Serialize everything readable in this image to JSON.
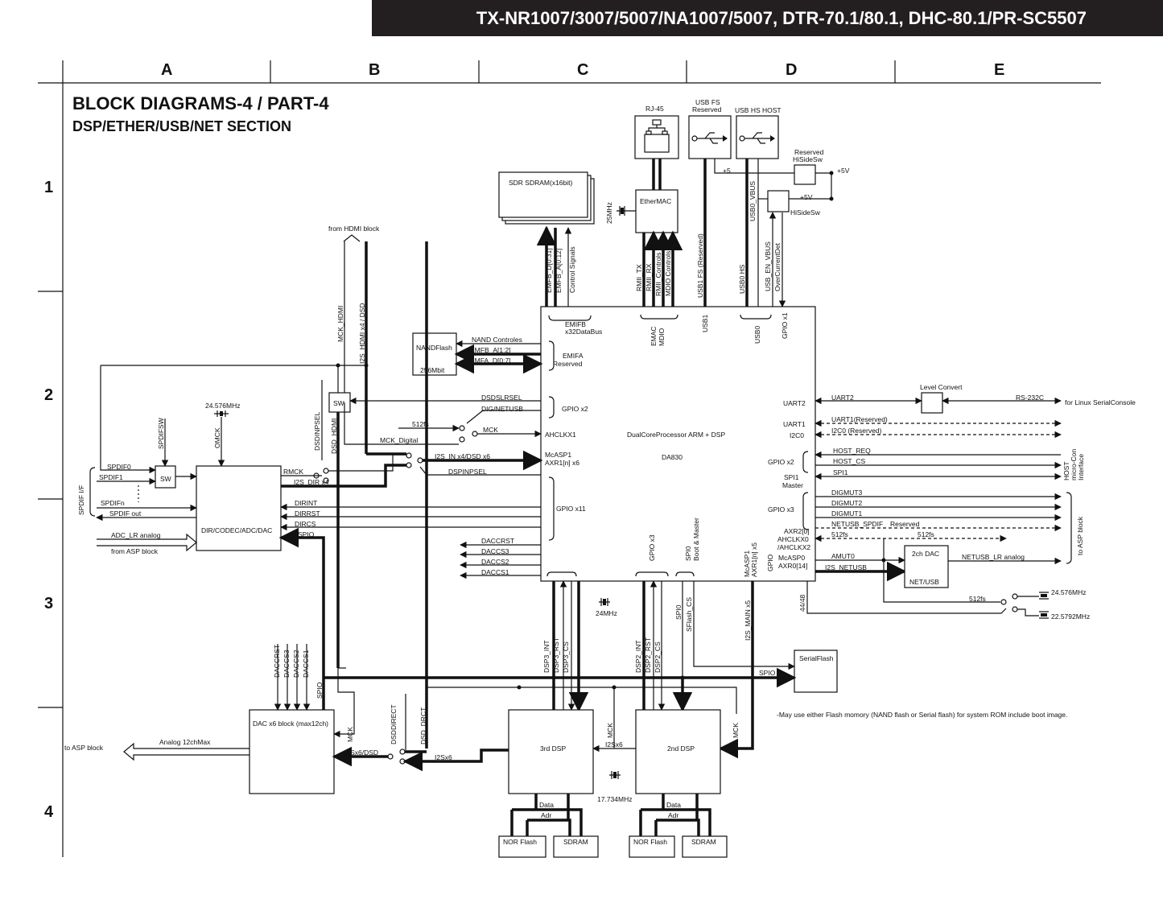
{
  "header": {
    "title": "TX-NR1007/3007/5007/NA1007/5007, DTR-70.1/80.1, DHC-80.1/PR-SC5507"
  },
  "grid": {
    "columns": [
      "A",
      "B",
      "C",
      "D",
      "E"
    ],
    "rows": [
      "1",
      "2",
      "3",
      "4"
    ]
  },
  "page": {
    "title": "BLOCK DIAGRAMS-4 / PART-4",
    "subtitle": "DSP/ETHER/USB/NET SECTION"
  },
  "blocks": {
    "cpu": {
      "name": "DualCoreProcessor ARM + DSP",
      "part": "DA830"
    },
    "sdram": "SDR SDRAM(x16bit)",
    "nand": "NANDFlash",
    "nand_size": "256Mbit",
    "ethermac": "EtherMAC",
    "rj45": "RJ-45",
    "usb_fs": [
      "USB FS",
      "Reserved"
    ],
    "usb_hs": "USB HS HOST",
    "hisidesw_reserved": [
      "Reserved",
      "HiSideSw"
    ],
    "hisidesw": "HiSideSw",
    "sw_top": "SW",
    "sw_left": "SW",
    "dir": "DIR/CODEC/ADC/DAC",
    "level_convert": "Level Convert",
    "dac2ch": "2ch DAC",
    "net_usb": "NET/USB",
    "serial_flash": "SerialFlash",
    "dac6": "DAC x6 block (max12ch)",
    "dsp3": "3rd DSP",
    "dsp2": "2nd DSP",
    "nor1": "NOR Flash",
    "sdram1": "SDRAM",
    "nor2": "NOR Flash",
    "sdram2": "SDRAM"
  },
  "labels": {
    "from_hdmi": "from HDMI block",
    "mck_hdmi": "MCK_HDMI",
    "i2s_hdmi": "I2S_HDMI x4 / DSD",
    "dsdinpsel_v": "DSDINPSEL",
    "dsd_hdmi": "DSD_HDMI",
    "spdifsw": "SPDIFSW",
    "omck": "OMCK",
    "xtal_24576a": "24.576MHz",
    "spdif0": "SPDIF0",
    "spdif1": "SPDIF1",
    "spdifn": "SPDIFn",
    "spdif_out": "SPDIF out",
    "spdif_if": "SPDIF I/F",
    "adc_lr": "ADC_LR analog",
    "from_asp": "from ASP block",
    "rmck": "RMCK",
    "i2s_dir": "I2S_DIR x4",
    "dirint": "DIRINT",
    "dirrst": "DIRRST",
    "dircs": "DIRCS",
    "spio": "SPIO",
    "nand_ctrl": "NAND Controles",
    "emfb_a12": "EMFB_A[1:2]",
    "emfa_d07": "EMFA_D[0:7]",
    "emifa": [
      "EMIFA",
      "Reserved"
    ],
    "emfb_d": "EMFB_D[0:31]",
    "emfb_a": "EMFB_A[0:12]",
    "ctrl_sig": "Control Signals",
    "emifb": [
      "EMIFB",
      "x32DataBus"
    ],
    "xtal_25": "25MHz",
    "rmii_tx": "RMII_TX",
    "rmii_rx": "RMII_RX",
    "rmii_ctrl": "RMII_Controls",
    "mdio_ctrl": "MDIO Controls",
    "emac": [
      "EMAC",
      "MDIO"
    ],
    "usb1fs": "USB1 FS (Reserved)",
    "usb1": "USB1",
    "usb0_vbus": "USB0_VBUS",
    "usb0hs": "USB0 HS",
    "usb_en_vbus": "USB_EN_VBUS",
    "overcurrent": "OverCurrentDet",
    "usb0": "USB0",
    "gpio_x1": "GPIO x1",
    "p5": "+5",
    "p5v_a": "+5V",
    "p5v_b": "+5V",
    "dsdslrsel": "DSDSLRSEL",
    "dignetusb": "DIG/NETUSB",
    "gpio_x2": "GPIO x2",
    "fs512": "512fs",
    "mck": "MCK",
    "mck_digital": "MCK_Digital",
    "ahclkx1": "AHCLKX1",
    "i2s_in": "I2S_IN x4/DSD x6",
    "mcasp1": "McASP1",
    "axr1n": "AXR1[n] x6",
    "dspinpsel": "DSPINPSEL",
    "gpio_x11": "GPIO x11",
    "daccrst": "DACCRST",
    "daccs3": "DACCS3",
    "daccs2": "DACCS2",
    "daccs1": "DACCS1",
    "uart2": "UART2",
    "uart2_sig": "UART2",
    "rs232c": "RS-232C",
    "linux_console": "for Linux SerialConsole",
    "uart1": "UART1",
    "uart1_res": "UART1(Reserved)",
    "i2c0": "I2C0",
    "i2c0_res": "I2C0 (Reserved)",
    "gpio_x2_r": "GPIO x2",
    "host_req": "HOST_REQ",
    "host_cs": "HOST_CS",
    "spi1": "SPI1",
    "master": "Master",
    "spi1_sig": "SPI1",
    "host_if": [
      "HOST",
      "micro-Con",
      "Interface"
    ],
    "gpio_x3_r": "GPIO x3",
    "digmut3": "DIGMUT3",
    "digmut2": "DIGMUT2",
    "digmut1": "DIGMUT1",
    "netusb_spdif": "NETUSB_SPDIF",
    "reserved": "Reserved",
    "to_asp_r": "to ASP block",
    "axr20": "AXR2[0]",
    "ahclkx0": "AHCLKX0",
    "ahclkx2": "/AHCLKX2",
    "fs512b": "512fs",
    "fs512c": "512fs",
    "mcasp0": "McASP0",
    "axr014": "AXR0[14]",
    "gpio_r": "GPIO",
    "amut0": "AMUT0",
    "i2s_netusb": "I2S_NETUSB",
    "netusb_lr": "NETUSB_LR analog",
    "fs512d": "512fs",
    "xtal_24576b": "24.576MHz",
    "xtal_22579": "22.5792MHz",
    "f4448": "44/48",
    "gpio_x3_b": "GPIO x3",
    "spi0": [
      "SPI0",
      "Boot & Master"
    ],
    "mcasp1_b": "McASP1",
    "axr1n_b": "AXR1[n] x5",
    "xtal_24": "24MHz",
    "spi0_b": "SPI0",
    "sflash_cs": "SFlash_CS",
    "i2s_main": "I2S_MAIN x5",
    "dsp3_int": "DSP3_INT",
    "dsp3_rst": "DSP3_RST",
    "dsp3_cs": "DSP3_CS",
    "dsp2_int": "DSP2_INT",
    "dsp2_rst": "DSP2_RST",
    "dsp2_cs": "DSP2_CS",
    "spio_b": "SPIO",
    "daccrst_v": "DACCRST",
    "daccs3_v": "DACCS3",
    "daccs2_v": "DACCS2",
    "daccs1_v": "DACCS1",
    "spio_v": "SPIO",
    "mck_a": "MCK",
    "dsddirect": "DSDDIRECT",
    "dsd_drct": "DSD_DRCT",
    "i2s_dsd": "I2Sx6/DSD",
    "i2sx6_a": "I2Sx6",
    "i2sx6_b": "I2Sx6",
    "mck_b": "MCK",
    "mck_c": "MCK",
    "xtal_17734": "17.734MHz",
    "analog12": "Analog 12chMax",
    "to_asp_l": "to ASP block",
    "data1": "Data",
    "adr1": "Adr",
    "data2": "Data",
    "adr2": "Adr",
    "note": "-May use either Flash momory (NAND flash or Serial flash) for system ROM include boot image."
  }
}
